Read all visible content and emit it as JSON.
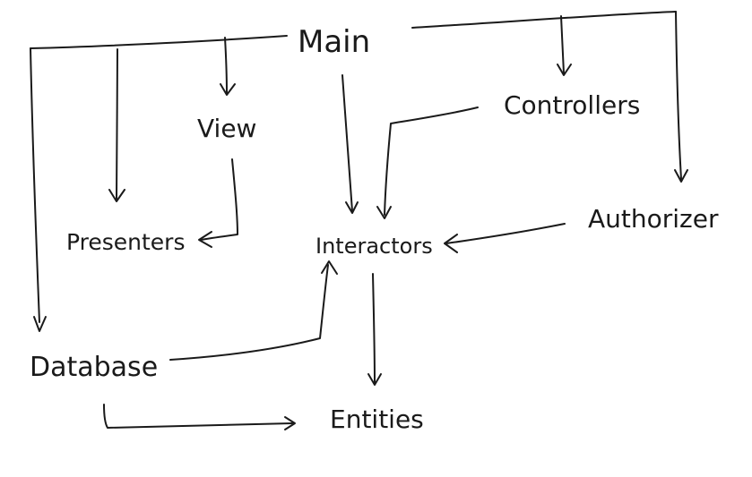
{
  "nodes": {
    "main": "Main",
    "view": "View",
    "controllers": "Controllers",
    "presenters": "Presenters",
    "interactors": "Interactors",
    "authorizer": "Authorizer",
    "database": "Database",
    "entities": "Entities"
  },
  "ink_color": "#1a1a1a"
}
